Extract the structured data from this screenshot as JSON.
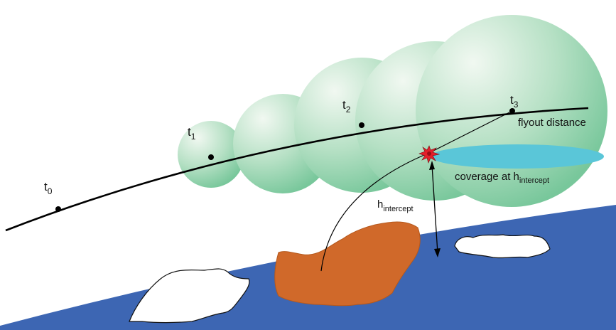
{
  "labels": {
    "t0": {
      "base": "t",
      "sub": "0"
    },
    "t1": {
      "base": "t",
      "sub": "1"
    },
    "t2": {
      "base": "t",
      "sub": "2"
    },
    "t3": {
      "base": "t",
      "sub": "3"
    },
    "flyout": "flyout distance",
    "coverage": {
      "base": "coverage at h",
      "sub": "intercept"
    },
    "h_intercept": {
      "base": "h",
      "sub": "intercept"
    }
  },
  "colors": {
    "ocean": "#3d66b3",
    "target_land": "#d0692a",
    "white_land": "#ffffff",
    "sphere_light": "#f1f8f1",
    "sphere_dark": "#78c79b",
    "coverage_disc": "#5ac6d8",
    "burst": "#e3202b",
    "trajectory": "#000000"
  }
}
